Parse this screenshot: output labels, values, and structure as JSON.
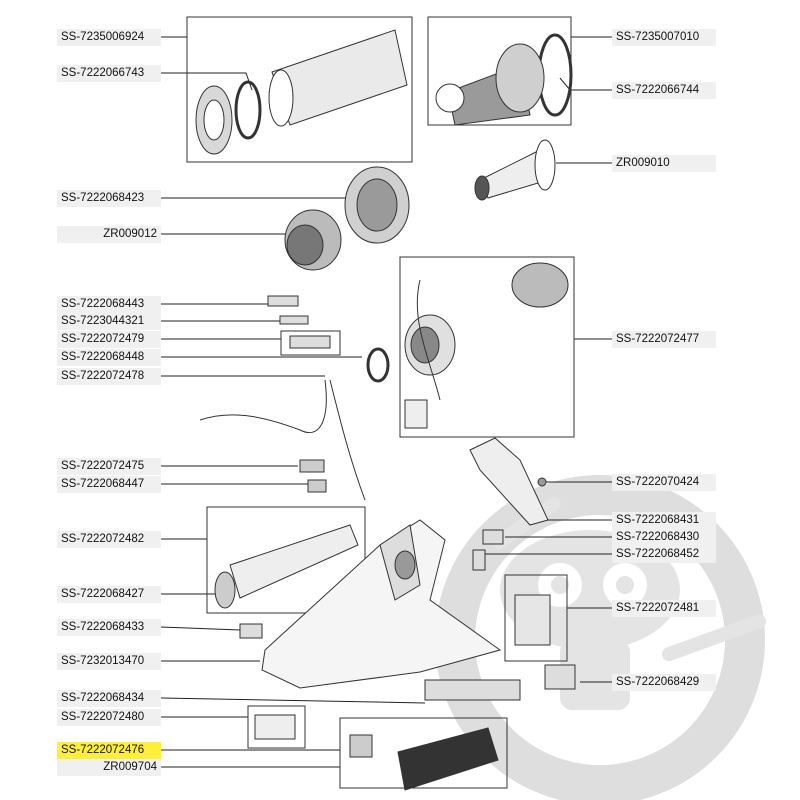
{
  "labels": {
    "l1": "SS-7235006924",
    "l2": "SS-7222066743",
    "l3": "SS-7222068423",
    "l4": "ZR009012",
    "l5": "SS-7222068443",
    "l6": "SS-7223044321",
    "l7": "SS-7222072479",
    "l8": "SS-7222068448",
    "l9": "SS-7222072478",
    "l10": "SS-7222072475",
    "l11": "SS-7222068447",
    "l12": "SS-7222072482",
    "l13": "SS-7222068427",
    "l14": "SS-7222068433",
    "l15": "SS-7232013470",
    "l16": "SS-7222068434",
    "l17": "SS-7222072480",
    "l18": "SS-7222072476",
    "l19": "ZR009704",
    "r1": "SS-7235007010",
    "r2": "SS-7222066744",
    "r3": "ZR009010",
    "r4": "SS-7222072477",
    "r5": "SS-7222070424",
    "r6": "SS-7222068431",
    "r7": "SS-7222068430",
    "r8": "SS-7222068452",
    "r9": "SS-7222072481",
    "r10": "SS-7222068429"
  },
  "highlighted_label": "SS-7222072476",
  "colors": {
    "highlight": "#ffef3a",
    "label_bg": "#f0f0f0",
    "line": "#222222",
    "watermark": "#dddddd"
  }
}
